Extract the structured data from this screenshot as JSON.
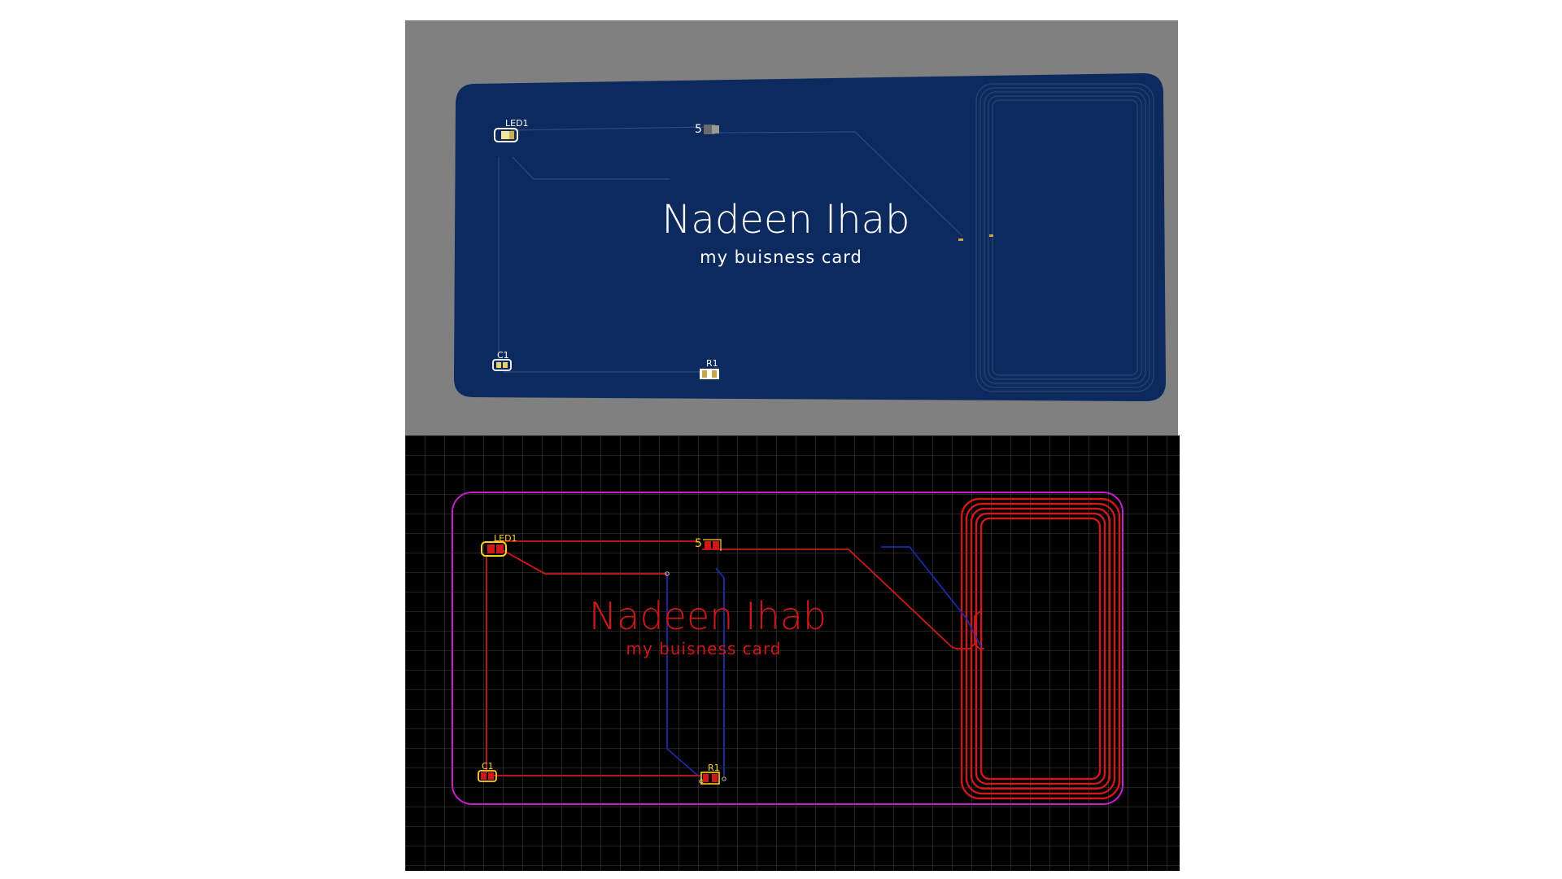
{
  "board": {
    "title": "Nadeen Ihab",
    "subtitle": "my buisness card"
  },
  "components": {
    "led": "LED1",
    "capacitor": "C1",
    "resistor": "R1",
    "switch": "5"
  },
  "colors": {
    "render_background": "#808080",
    "pcb_solder_mask": "#0c2a5e",
    "silkscreen": "#ffffff",
    "layout_background": "#000000",
    "grid": "#5a5a5a",
    "top_copper": "#d01818",
    "bottom_copper": "#1c2aa8",
    "board_outline": "#c820c8",
    "component_silk": "#ffd21a"
  }
}
